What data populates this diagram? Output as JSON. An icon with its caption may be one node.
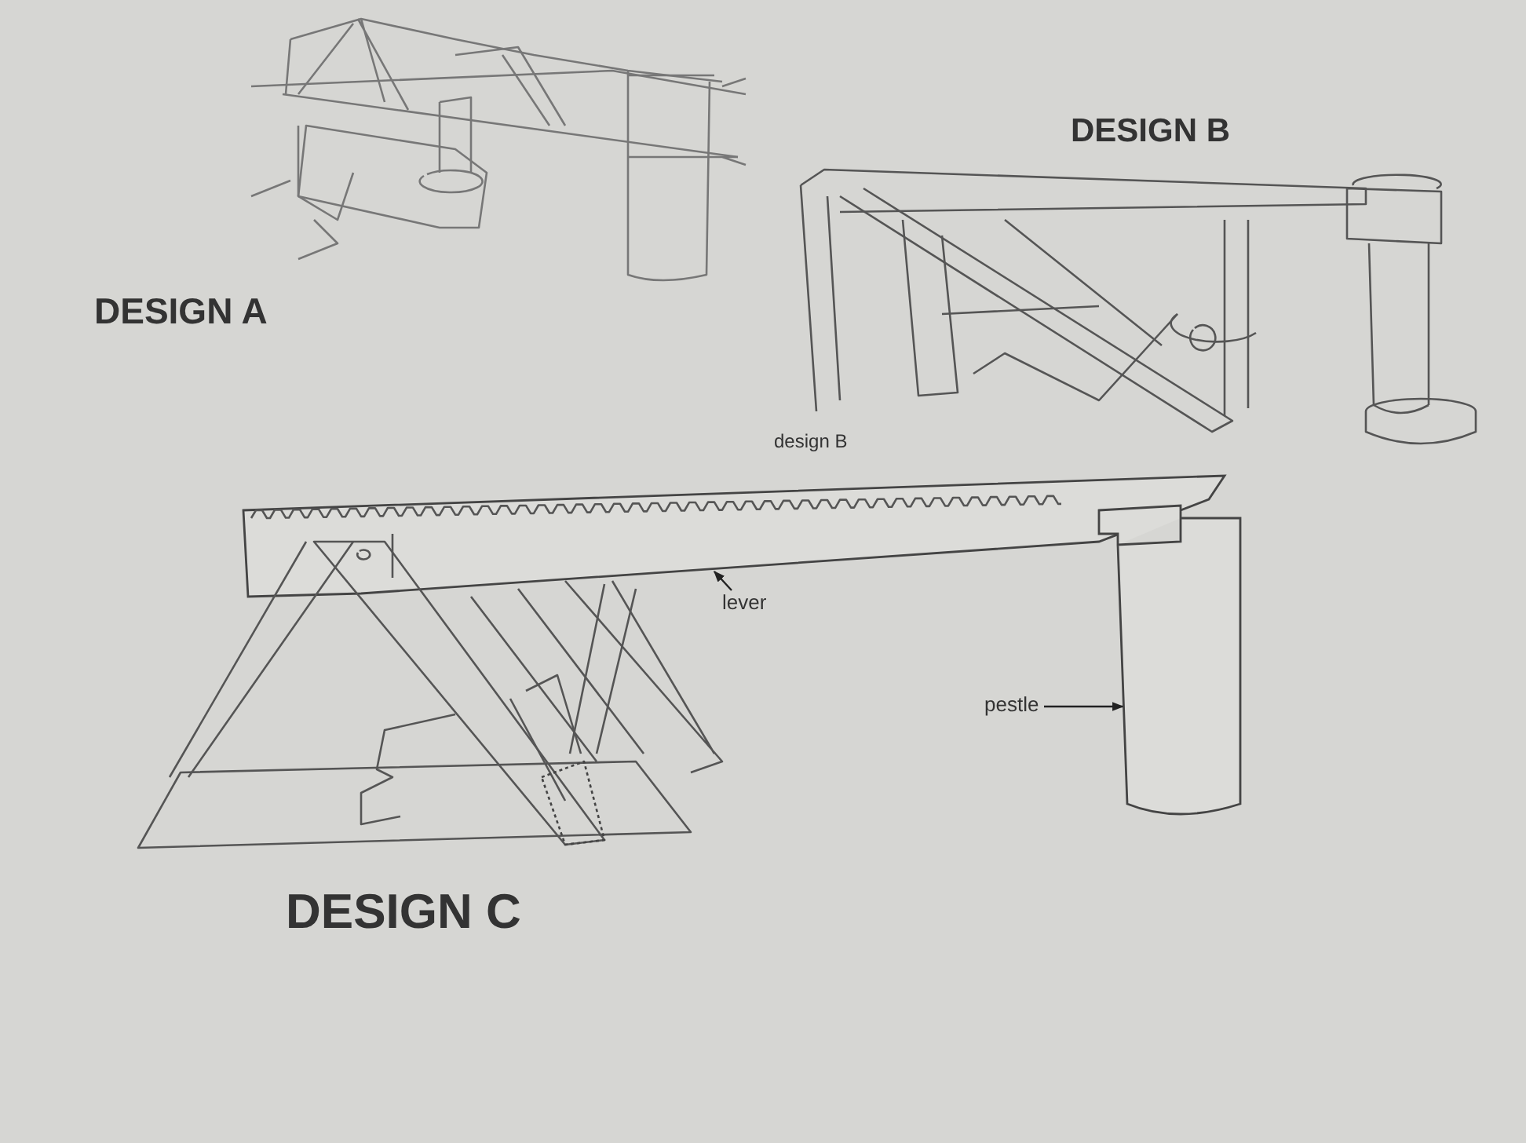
{
  "diagram": {
    "nodes": [
      {
        "text": [
          "lever"
        ]
      },
      {
        "text": [],
        "shape": "bar"
      },
      {
        "text": [
          "pestle"
        ]
      },
      {
        "text": [],
        "shape": "cylinder"
      }
    ],
    "edges": [
      {
        "from": 0,
        "to": 1,
        "arrow": "to"
      },
      {
        "from": 2,
        "to": 3,
        "arrow": "to"
      }
    ],
    "labels": [
      "DESIGN A",
      "DESIGN B",
      "design B",
      "DESIGN C"
    ]
  }
}
